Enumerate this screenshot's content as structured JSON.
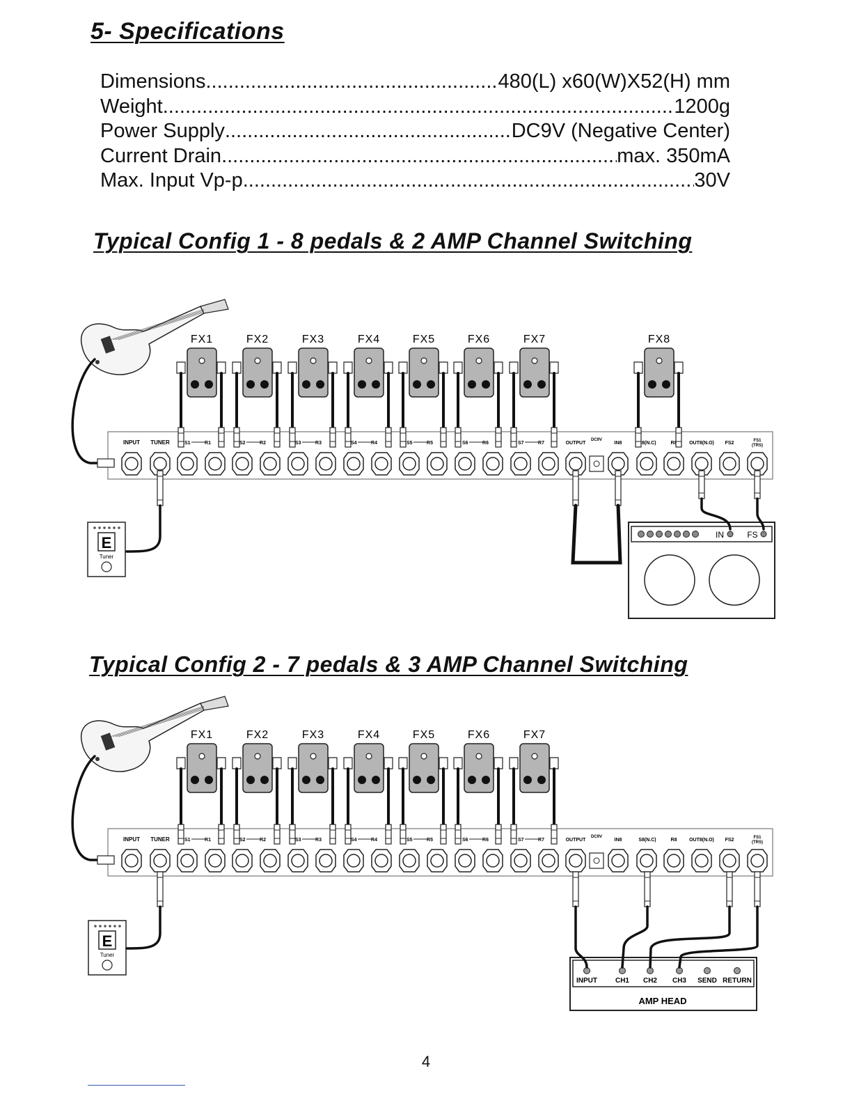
{
  "specifications": {
    "title": "5- Specifications",
    "rows": [
      {
        "label": "Dimensions",
        "value": "480(L) x60(W)X52(H) mm"
      },
      {
        "label": "Weight",
        "value": "1200g"
      },
      {
        "label": "Power Supply",
        "value": "DC9V (Negative Center)"
      },
      {
        "label": "Current Drain",
        "value": "max.  350mA"
      },
      {
        "label": "Max. Input Vp-p",
        "value": " 30V"
      }
    ]
  },
  "config1": {
    "title": "Typical Config 1 - 8 pedals & 2 AMP Channel Switching",
    "pedals": [
      "FX1",
      "FX2",
      "FX3",
      "FX4",
      "FX5",
      "FX6",
      "FX7",
      "FX8"
    ],
    "labels_left": [
      "INPUT",
      "TUNER",
      "S1",
      "R1",
      "S2",
      "R2",
      "S3",
      "R3",
      "S4",
      "R4",
      "S5",
      "R5",
      "S6",
      "R6",
      "S7",
      "R7"
    ],
    "labels_right": [
      "OUTPUT",
      "DC9V",
      "IN8",
      "S8(N.C)",
      "R8",
      "OUT8(N.O)",
      "FS2",
      "FS1",
      "(TRS)"
    ],
    "amp_labels": [
      "IN",
      "FS"
    ],
    "tuner_label": "Tuner",
    "tuner_glyph": "E"
  },
  "config2": {
    "title": "Typical Config 2 - 7 pedals & 3 AMP Channel Switching",
    "pedals": [
      "FX1",
      "FX2",
      "FX3",
      "FX4",
      "FX5",
      "FX6",
      "FX7"
    ],
    "labels_left": [
      "INPUT",
      "TUNER",
      "S1",
      "R1",
      "S2",
      "R2",
      "S3",
      "R3",
      "S4",
      "R4",
      "S5",
      "R5",
      "S6",
      "R6",
      "S7",
      "R7"
    ],
    "labels_right": [
      "OUTPUT",
      "DC9V",
      "IN8",
      "S8(N.C)",
      "R8",
      "OUT8(N.O)",
      "FS2",
      "FS1",
      "(TRS)"
    ],
    "amp_head_jacks": [
      "INPUT",
      "CH1",
      "CH2",
      "CH3",
      "SEND",
      "RETURN"
    ],
    "amp_head_label": "AMP HEAD",
    "tuner_label": "Tuner",
    "tuner_glyph": "E"
  },
  "page_number": "4"
}
